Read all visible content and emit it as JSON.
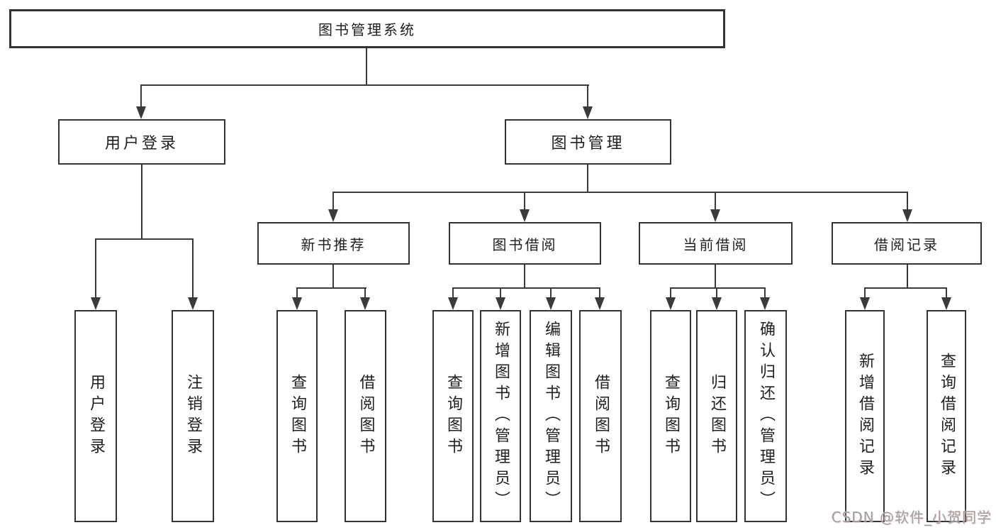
{
  "colors": {
    "line": "#3a3a3a",
    "box_border": "#333333",
    "box_bg": "#ffffff",
    "text": "#1f1f1f",
    "watermark": "#9e9e9e"
  },
  "tree": {
    "root": {
      "label": "图书管理系统"
    },
    "branches": [
      {
        "label": "用户登录",
        "children": [
          {
            "label": "用户登录"
          },
          {
            "label": "注销登录"
          }
        ]
      },
      {
        "label": "图书管理",
        "children": [
          {
            "label": "新书推荐",
            "children": [
              {
                "label": "查询图书"
              },
              {
                "label": "借阅图书"
              }
            ]
          },
          {
            "label": "图书借阅",
            "children": [
              {
                "label": "查询图书"
              },
              {
                "label": "新增图书（管理员）"
              },
              {
                "label": "编辑图书（管理员）"
              },
              {
                "label": "借阅图书"
              }
            ]
          },
          {
            "label": "当前借阅",
            "children": [
              {
                "label": "查询图书"
              },
              {
                "label": "归还图书"
              },
              {
                "label": "确认归还（管理员）"
              }
            ]
          },
          {
            "label": "借阅记录",
            "children": [
              {
                "label": "新增借阅记录"
              },
              {
                "label": "查询借阅记录"
              }
            ]
          }
        ]
      }
    ]
  },
  "watermark": {
    "text": "CSDN @软件_小贺同学"
  }
}
